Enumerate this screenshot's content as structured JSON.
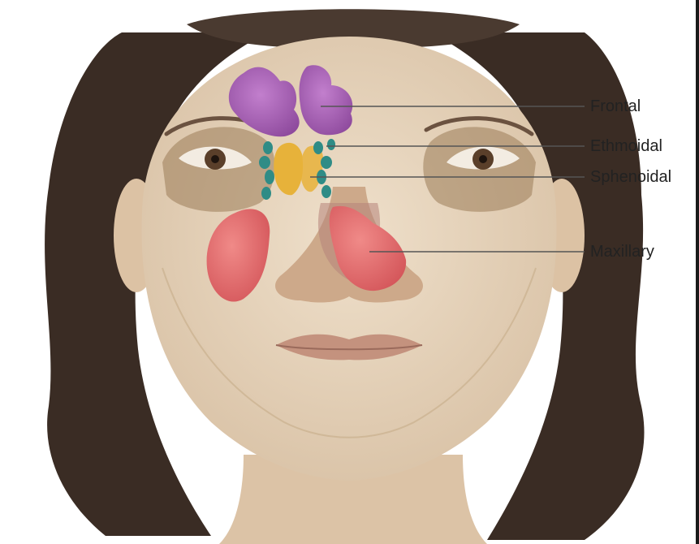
{
  "labels": {
    "frontal": "Frontal",
    "ethmoidal": "Ethmoidal",
    "sphenoidal": "Sphenoidal",
    "maxillary": "Maxillary"
  },
  "colors": {
    "frontal_sinus": "#a25bb0",
    "ethmoidal_sinus": "#2f8c86",
    "sphenoidal_sinus": "#e7b23a",
    "maxillary_sinus": "#e06a6c",
    "skin": "#e9d6bf",
    "hair": "#3a2c24",
    "leader_line": "#555555"
  }
}
